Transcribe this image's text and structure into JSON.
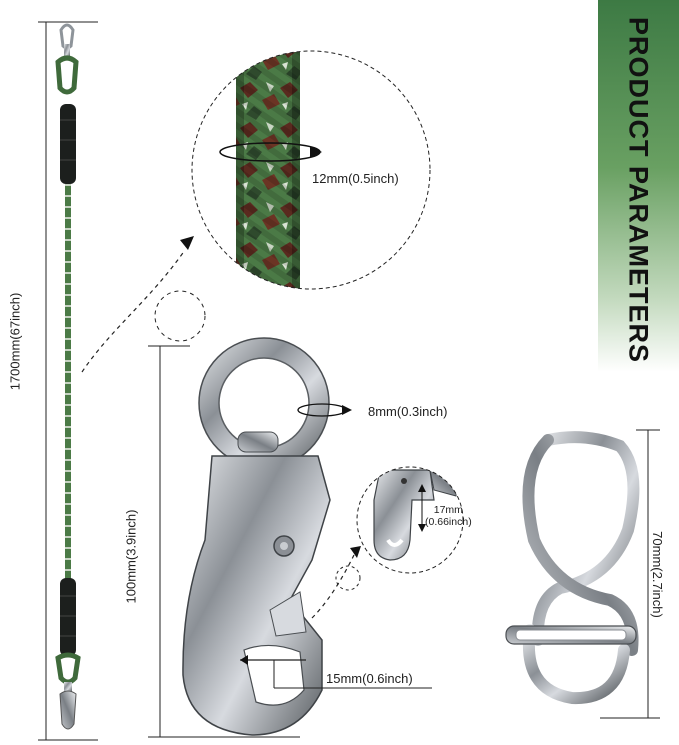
{
  "banner": {
    "title": "PRODUCT PARAMETERS",
    "gradient_top": "#3d7a44",
    "gradient_bottom": "#ffffff"
  },
  "dimensions": {
    "leash_length": "1700mm(67inch)",
    "rope_diameter": "12mm(0.5inch)",
    "swivel_ring": "8mm(0.3inch)",
    "hook_length": "100mm(3.9inch)",
    "gate_opening": "15mm(0.6inch)",
    "latch_gap_mm": "17mm",
    "latch_gap_in": "(0.66inch)",
    "buckle_length": "70mm(2.7inch)"
  },
  "colors": {
    "rope_green": "#4b7a46",
    "camo_dark": "#5a2a1f",
    "metal": "#a9adb3",
    "line": "#222222"
  },
  "icons": [
    "rope-leash-image",
    "swivel-snap-hook-image",
    "figure-eight-buckle-image",
    "rope-magnifier-image",
    "latch-magnifier-image"
  ]
}
